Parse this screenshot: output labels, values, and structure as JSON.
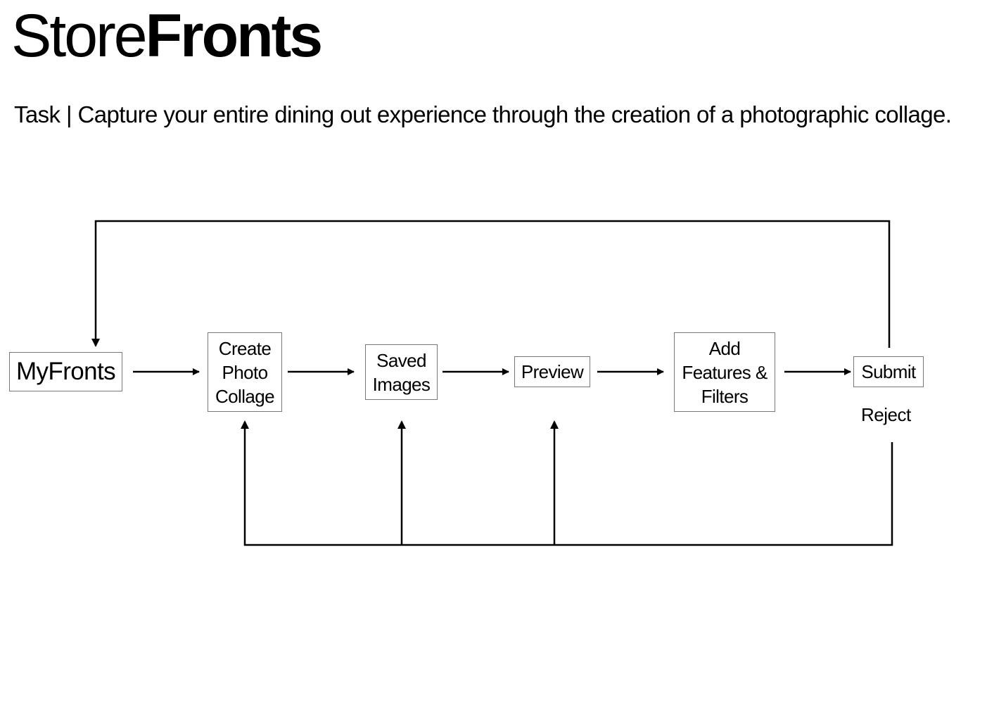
{
  "header": {
    "title_light": "Store",
    "title_bold": "Fronts",
    "task": "Task | Capture your entire dining out experience through the creation of a photographic collage."
  },
  "diagram": {
    "nodes": [
      {
        "id": "myfronts",
        "label": "MyFronts"
      },
      {
        "id": "create",
        "lines": [
          "Create",
          "Photo",
          "Collage"
        ]
      },
      {
        "id": "saved",
        "lines": [
          "Saved",
          "Images"
        ]
      },
      {
        "id": "preview",
        "label": "Preview"
      },
      {
        "id": "features",
        "lines": [
          "Add",
          "Features &",
          "Filters"
        ]
      },
      {
        "id": "submit",
        "label": "Submit"
      }
    ],
    "reject_label": "Reject",
    "edges": [
      {
        "from": "myfronts",
        "to": "create"
      },
      {
        "from": "create",
        "to": "saved"
      },
      {
        "from": "saved",
        "to": "preview"
      },
      {
        "from": "preview",
        "to": "features"
      },
      {
        "from": "features",
        "to": "submit"
      },
      {
        "from": "submit",
        "to": "myfronts",
        "type": "loop-top"
      },
      {
        "from": "submit",
        "to": "create",
        "type": "reject-loop"
      },
      {
        "from": "submit",
        "to": "saved",
        "type": "reject-loop"
      },
      {
        "from": "submit",
        "to": "preview",
        "type": "reject-loop"
      }
    ]
  }
}
